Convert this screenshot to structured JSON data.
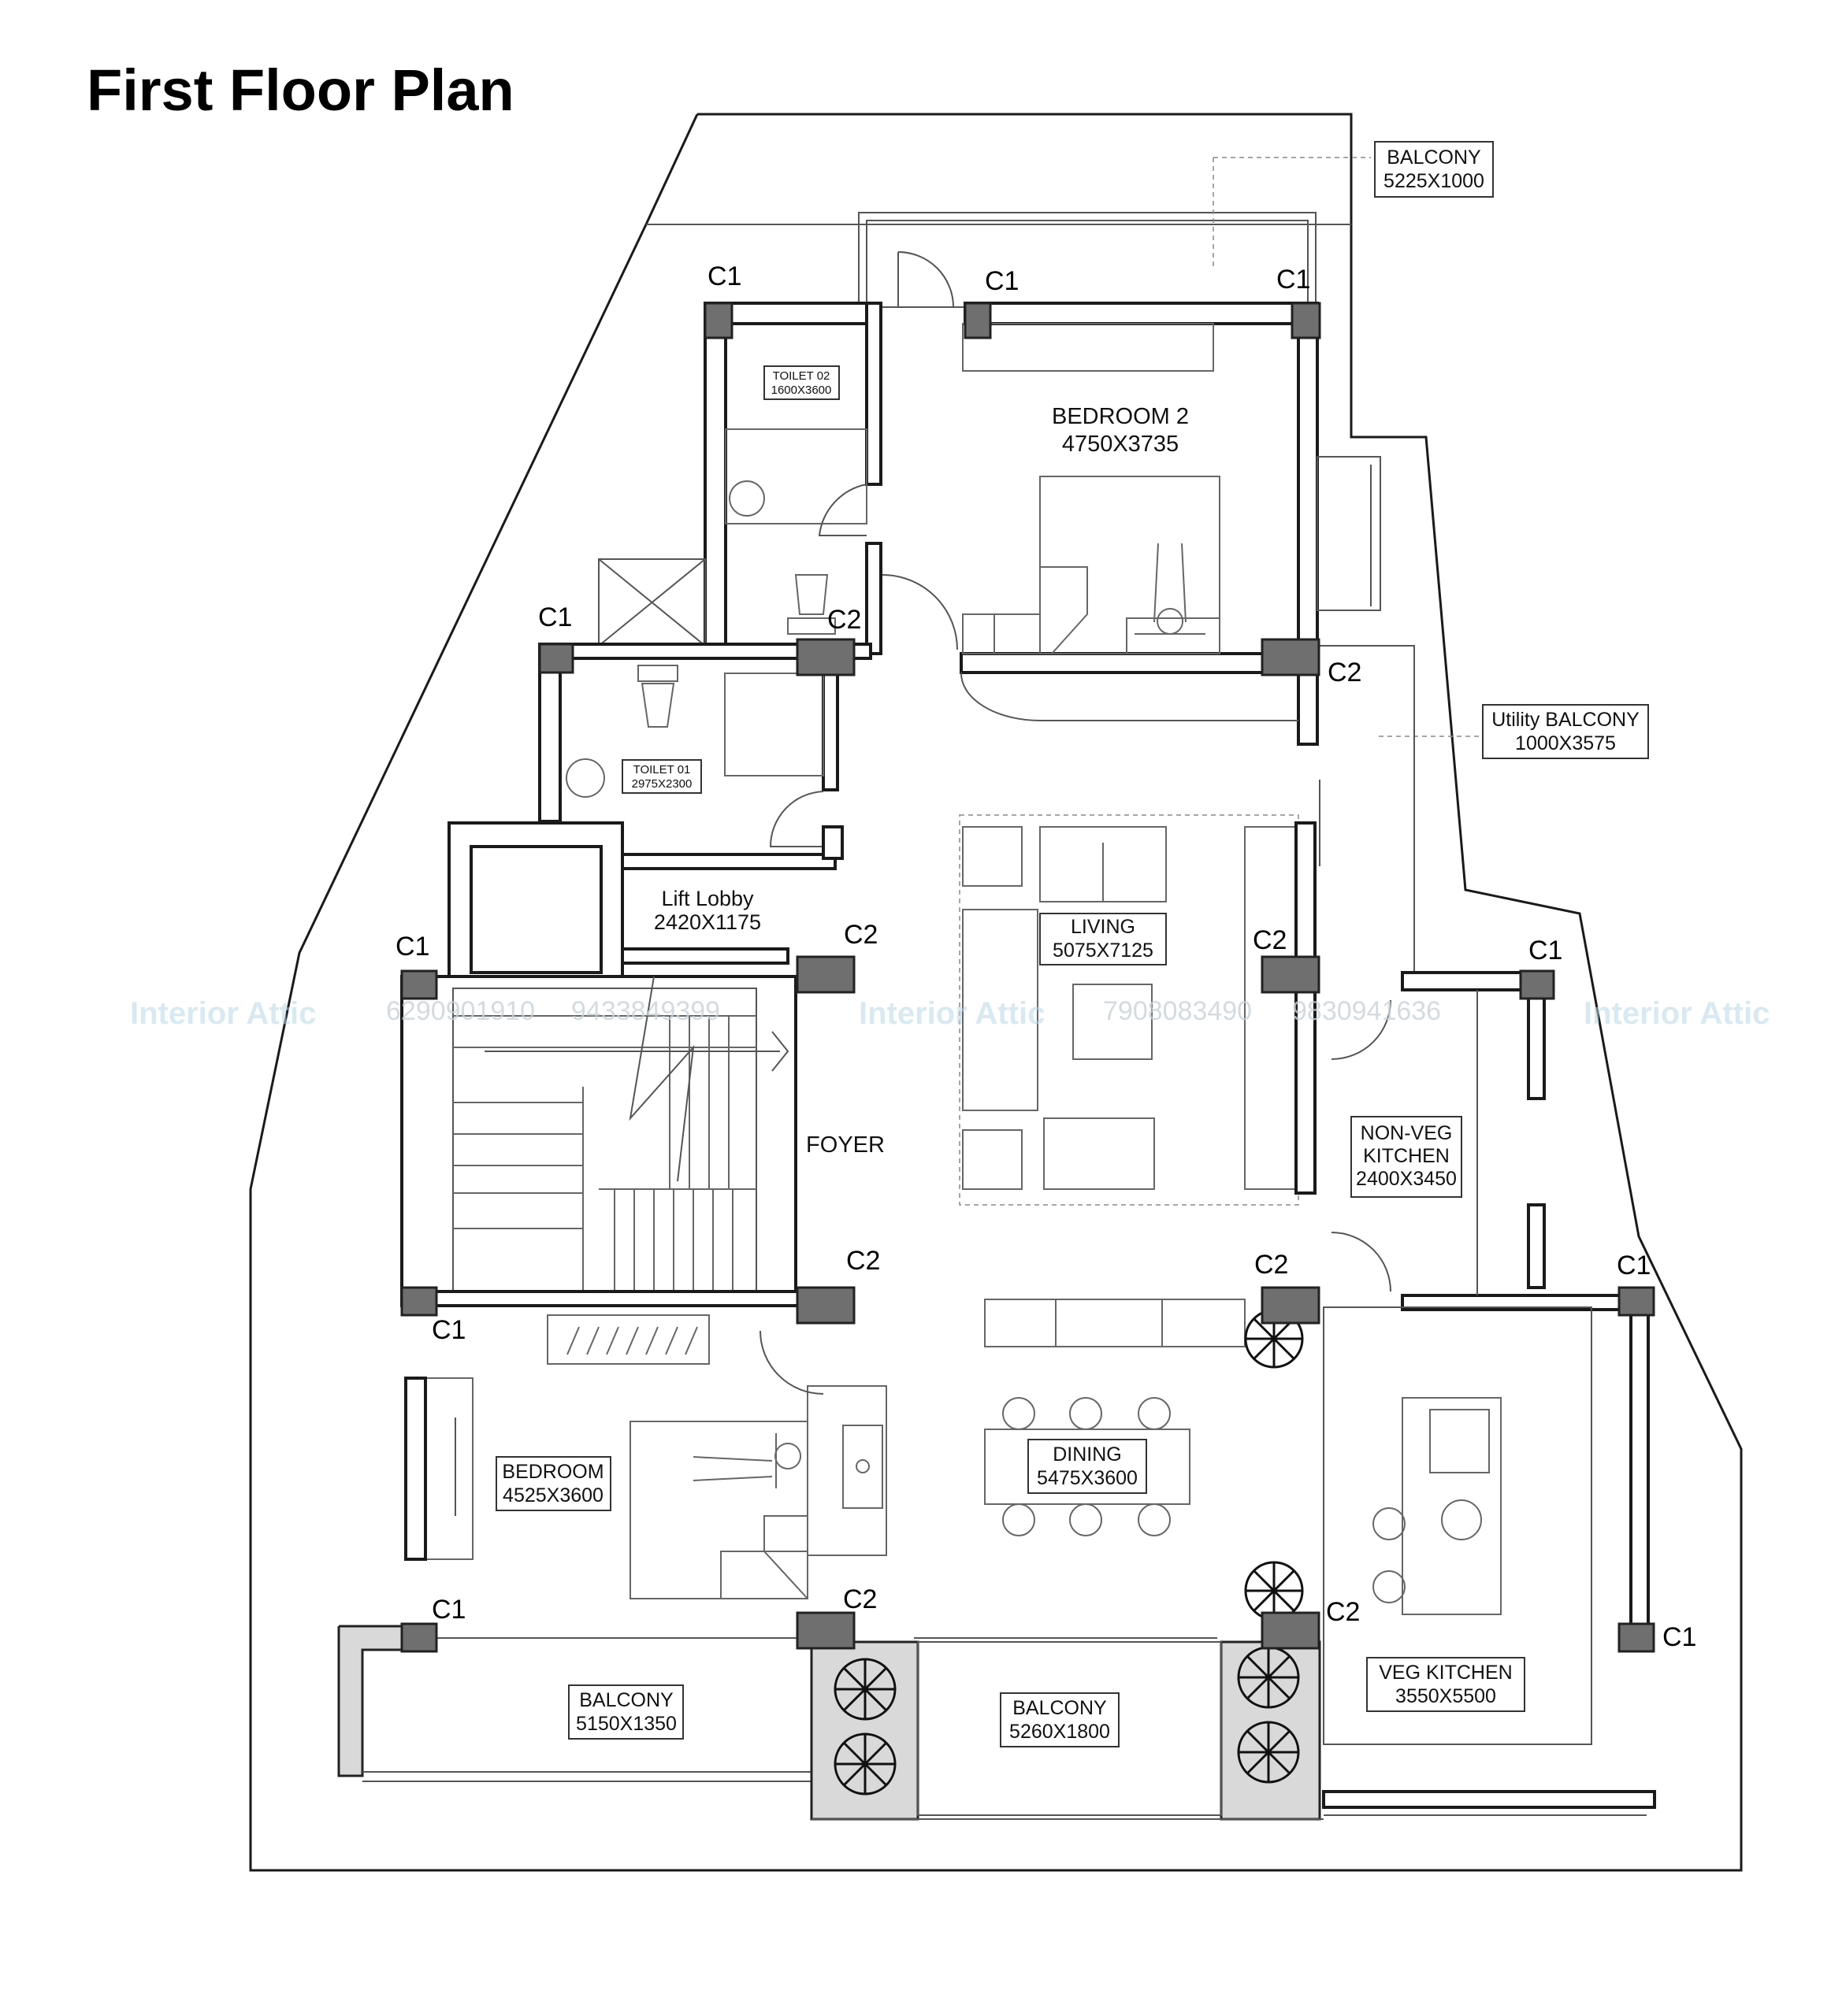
{
  "title": "First Floor Plan",
  "rooms": {
    "balcony_top": {
      "name": "BALCONY",
      "size": "5225X1000"
    },
    "utility_balcony": {
      "name": "Utility BALCONY",
      "size": "1000X3575"
    },
    "bedroom2": {
      "name": "BEDROOM 2",
      "size": "4750X3735"
    },
    "toilet02": {
      "name": "TOILET 02",
      "size": "1600X3600"
    },
    "toilet01": {
      "name": "TOILET 01",
      "size": "2975X2300"
    },
    "lift_lobby": {
      "name": "Lift Lobby",
      "size": "2420X1175"
    },
    "living": {
      "name": "LIVING",
      "size": "5075X7125"
    },
    "foyer": {
      "name": "FOYER"
    },
    "nonveg_kitchen": {
      "name1": "NON-VEG",
      "name2": "KITCHEN",
      "size": "2400X3450"
    },
    "bedroom": {
      "name": "BEDROOM",
      "size": "4525X3600"
    },
    "dining": {
      "name": "DINING",
      "size": "5475X3600"
    },
    "veg_kitchen": {
      "name": "VEG KITCHEN",
      "size": "3550X5500"
    },
    "balcony_left": {
      "name": "BALCONY",
      "size": "5150X1350"
    },
    "balcony_mid": {
      "name": "BALCONY",
      "size": "5260X1800"
    }
  },
  "columns": {
    "c1": "C1",
    "c2": "C2"
  },
  "watermark": {
    "brand": "Interior Attic",
    "phone1": "6290901910",
    "phone2": "9433849399",
    "phone3": "7908083490",
    "phone4": "9830941636"
  }
}
